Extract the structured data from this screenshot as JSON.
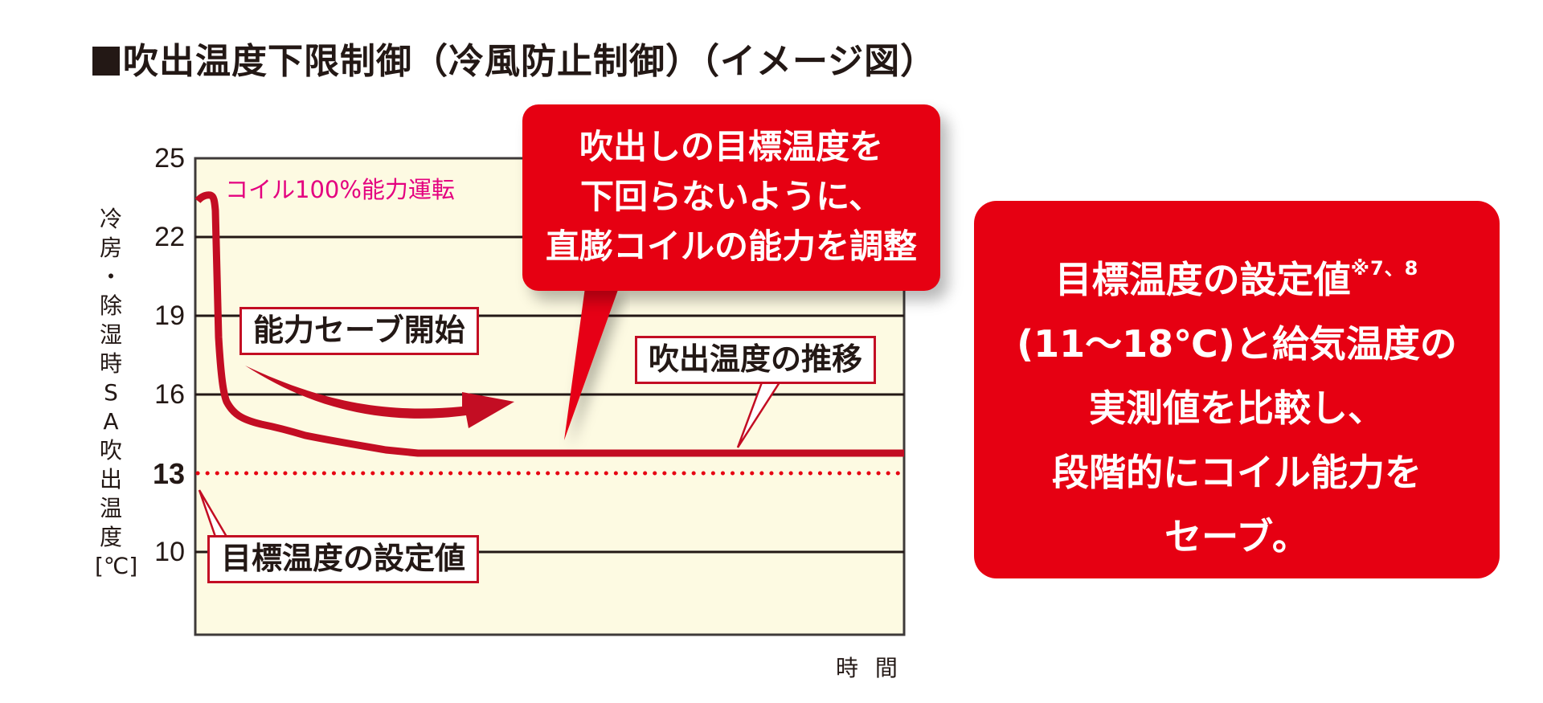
{
  "title": "吹出温度下限制御（冷風防止制御）（イメージ図）",
  "colors": {
    "plot_background": "#fdfae2",
    "line": "#c30d23",
    "target_dotted": "#e60012",
    "callout_red": "#e60012",
    "pink_text": "#e4007f",
    "text": "#231815"
  },
  "axes": {
    "y_label_chars": [
      "冷",
      "房",
      "・",
      "除",
      "湿",
      "時",
      "S",
      "A",
      "吹",
      "出",
      "温",
      "度",
      "[℃]"
    ],
    "y_ticks": [
      "25",
      "22",
      "19",
      "16",
      "13",
      "10"
    ],
    "x_label": "時 間"
  },
  "annotations": {
    "coil_full": "コイル100%能力運転",
    "save_start": "能力セーブ開始",
    "temp_trend": "吹出温度の推移",
    "target_setpoint": "目標温度の設定値"
  },
  "bubble": {
    "lines": [
      "吹出しの目標温度を",
      "下回らないように、",
      "直膨コイルの能力を調整"
    ]
  },
  "info_box": {
    "line1": "目標温度の設定値",
    "line1_note": "※7、8",
    "line2": "(11〜18℃)と給気温度の",
    "line3": "実測値を比較し、",
    "line4": "段階的にコイル能力を",
    "line5": "セーブ。"
  },
  "chart_data": {
    "type": "line",
    "title": "吹出温度下限制御（冷風防止制御）（イメージ図）",
    "xlabel": "時間",
    "ylabel": "冷房・除湿時SA吹出温度[℃]",
    "ylim": [
      7,
      25
    ],
    "y_ticks": [
      25,
      22,
      19,
      16,
      13,
      10
    ],
    "grid": true,
    "series": [
      {
        "name": "吹出温度の推移",
        "style": "solid",
        "x": [
          0,
          0.01,
          0.02,
          0.03,
          0.05,
          0.08,
          0.12,
          0.17,
          0.23,
          0.3,
          1.0
        ],
        "values": [
          23.5,
          23.8,
          23.8,
          16.0,
          15.2,
          14.8,
          14.5,
          14.3,
          14.1,
          14.0,
          14.0
        ]
      },
      {
        "name": "目標温度の設定値",
        "style": "dotted",
        "x": [
          0,
          1.0
        ],
        "values": [
          13,
          13
        ]
      }
    ],
    "annotations": [
      "コイル100%能力運転",
      "能力セーブ開始",
      "吹出温度の推移",
      "目標温度の設定値",
      "吹出しの目標温度を下回らないように、直膨コイルの能力を調整"
    ]
  }
}
